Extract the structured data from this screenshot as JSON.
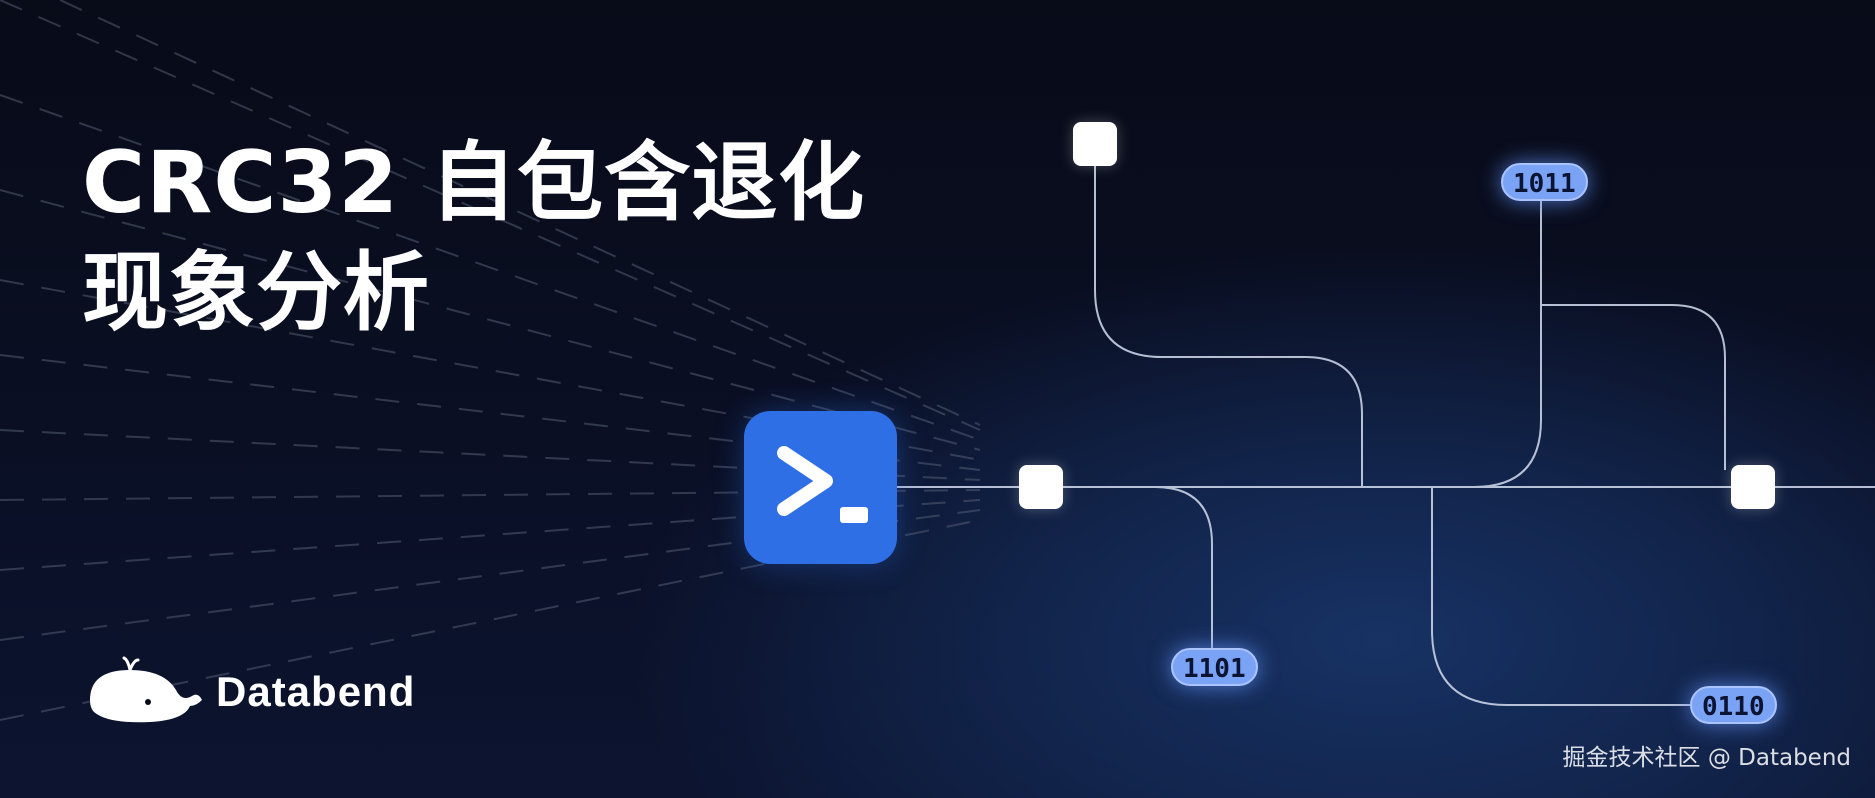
{
  "title": {
    "line1": "CRC32 自包含退化",
    "line2": "现象分析"
  },
  "badges": {
    "b1011": "1011",
    "b1101": "1101",
    "b0110": "0110"
  },
  "brand": {
    "name": "Databend"
  },
  "watermark": "掘金技术社区 @ Databend",
  "colors": {
    "background": "#070a18",
    "tile": "#2f6fe6",
    "badge": "#7ba3f5",
    "node": "#ffffff"
  },
  "icons": {
    "terminal": "terminal-prompt-icon",
    "logo": "whale-logo-icon"
  }
}
